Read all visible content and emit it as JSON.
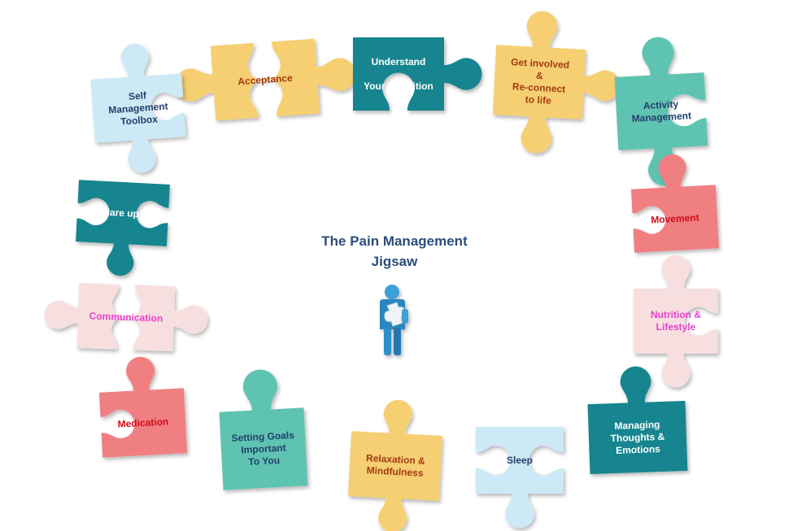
{
  "title_line_1": "The Pain Management",
  "title_line_2": "Jigsaw",
  "icons": {
    "center": "person-holding-puzzle-piece-icon"
  },
  "colors": {
    "title": "#2b4d7a",
    "yellow_fill": "#f6cf73",
    "yellow_text": "#a33a12",
    "teal_fill": "#17858f",
    "mint_fill": "#5fc3b1",
    "light_blue_fill": "#cde9f5",
    "pink_fill": "#f07f82",
    "pale_pink_fill": "#f7dfdf",
    "red_text": "#d10a16",
    "magenta_text": "#ea3fcf",
    "navy_text": "#22406e",
    "white_text": "#ffffff",
    "figure": "#3aa0d8"
  },
  "pieces": [
    {
      "id": "acceptance",
      "label": "Acceptance",
      "fill": "#f6cf73",
      "text_color": "#a33a12"
    },
    {
      "id": "understand-your-condition",
      "label": "Understand\n\nYour Condition",
      "fill": "#17858f",
      "text_color": "#ffffff"
    },
    {
      "id": "get-involved",
      "label": "Get involved\n&\nRe-connect\nto life",
      "fill": "#f6cf73",
      "text_color": "#a33a12"
    },
    {
      "id": "activity-management",
      "label": "Activity\nManagement",
      "fill": "#5fc3b1",
      "text_color": "#22406e"
    },
    {
      "id": "self-management-toolbox",
      "label": "Self\nManagement\nToolbox",
      "fill": "#cde9f5",
      "text_color": "#22406e"
    },
    {
      "id": "flare-ups",
      "label": "Flare ups",
      "fill": "#17858f",
      "text_color": "#ffffff"
    },
    {
      "id": "movement",
      "label": "Movement",
      "fill": "#f07f82",
      "text_color": "#d10a16"
    },
    {
      "id": "communication",
      "label": "Communication",
      "fill": "#f7dfdf",
      "text_color": "#ea3fcf"
    },
    {
      "id": "nutrition-lifestyle",
      "label": "Nutrition &\nLifestyle",
      "fill": "#f7dfdf",
      "text_color": "#ea3fcf"
    },
    {
      "id": "medication",
      "label": "Medication",
      "fill": "#f07f82",
      "text_color": "#d10a16"
    },
    {
      "id": "setting-goals",
      "label": "Setting Goals\nImportant\nTo You",
      "fill": "#5fc3b1",
      "text_color": "#22406e"
    },
    {
      "id": "relaxation-mindfulness",
      "label": "Relaxation &\nMindfulness",
      "fill": "#f6cf73",
      "text_color": "#a33a12"
    },
    {
      "id": "sleep",
      "label": "Sleep",
      "fill": "#cde9f5",
      "text_color": "#22406e"
    },
    {
      "id": "managing-thoughts",
      "label": "Managing\nThoughts &\nEmotions",
      "fill": "#17858f",
      "text_color": "#ffffff"
    }
  ]
}
